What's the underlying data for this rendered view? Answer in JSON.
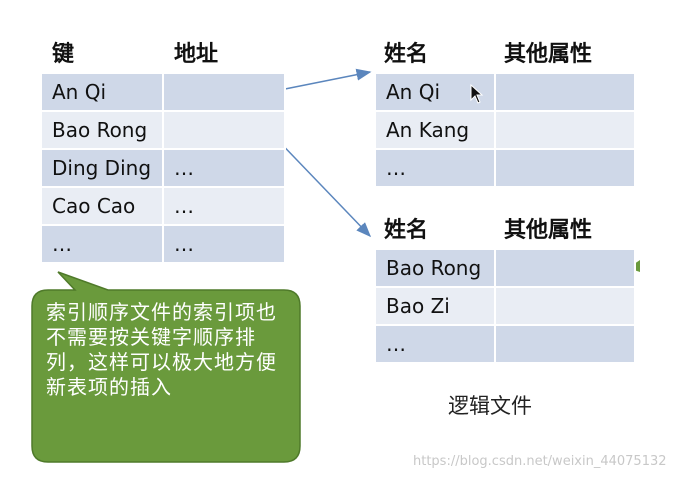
{
  "index_table": {
    "headers": [
      "键",
      "地址"
    ],
    "rows": [
      [
        "An Qi",
        ""
      ],
      [
        "Bao Rong",
        ""
      ],
      [
        "Ding Ding",
        "…"
      ],
      [
        "Cao Cao",
        "…"
      ],
      [
        "…",
        "…"
      ]
    ]
  },
  "logical_tables": [
    {
      "headers": [
        "姓名",
        "其他属性"
      ],
      "rows": [
        [
          "An Qi",
          ""
        ],
        [
          "An Kang",
          ""
        ],
        [
          "…",
          ""
        ]
      ]
    },
    {
      "headers": [
        "姓名",
        "其他属性"
      ],
      "rows": [
        [
          "Bao Rong",
          ""
        ],
        [
          "Bao Zi",
          ""
        ],
        [
          "…",
          ""
        ]
      ]
    }
  ],
  "callout": {
    "text": "索引顺序文件的索引项也不需要按关键字顺序排列，这样可以极大地方便新表项的插入",
    "color": "#6a9a3c"
  },
  "caption": "逻辑文件",
  "watermark": "https://blog.csdn.net/weixin_44075132",
  "colors": {
    "row_dark": "#cfd8e8",
    "row_light": "#e9edf4",
    "arrow": "#5b86bd"
  }
}
